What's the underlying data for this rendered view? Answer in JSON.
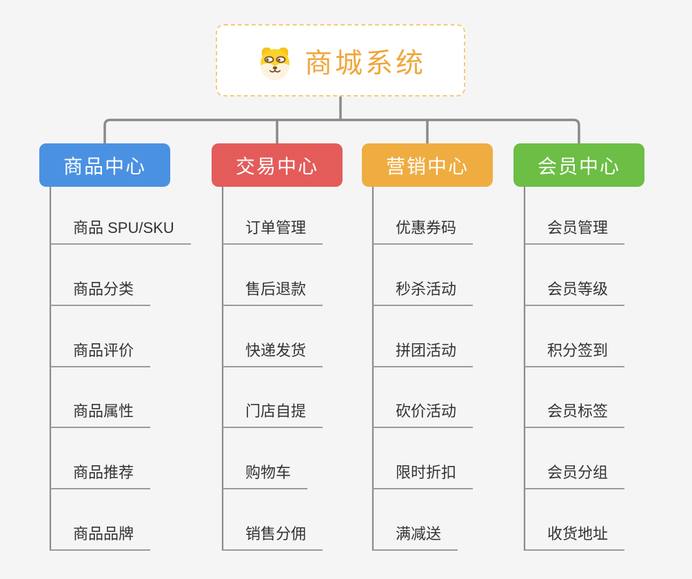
{
  "root": {
    "title": "商城系统",
    "icon": "doge-icon"
  },
  "branches": [
    {
      "label": "商品中心",
      "color": "#4B91E2",
      "items": [
        "商品 SPU/SKU",
        "商品分类",
        "商品评价",
        "商品属性",
        "商品推荐",
        "商品品牌"
      ]
    },
    {
      "label": "交易中心",
      "color": "#E45C5A",
      "items": [
        "订单管理",
        "售后退款",
        "快递发货",
        "门店自提",
        "购物车",
        "销售分佣"
      ]
    },
    {
      "label": "营销中心",
      "color": "#EFAD41",
      "items": [
        "优惠券码",
        "秒杀活动",
        "拼团活动",
        "砍价活动",
        "限时折扣",
        "满减送"
      ]
    },
    {
      "label": "会员中心",
      "color": "#6CBE45",
      "items": [
        "会员管理",
        "会员等级",
        "积分签到",
        "会员标签",
        "会员分组",
        "收货地址"
      ]
    }
  ],
  "colors": {
    "background": "#F5F5F6",
    "connector": "#8A8A8A",
    "underline": "#9B9B9B",
    "root_border": "#F8C878",
    "root_text": "#F0A63C",
    "item_text": "#333333"
  }
}
